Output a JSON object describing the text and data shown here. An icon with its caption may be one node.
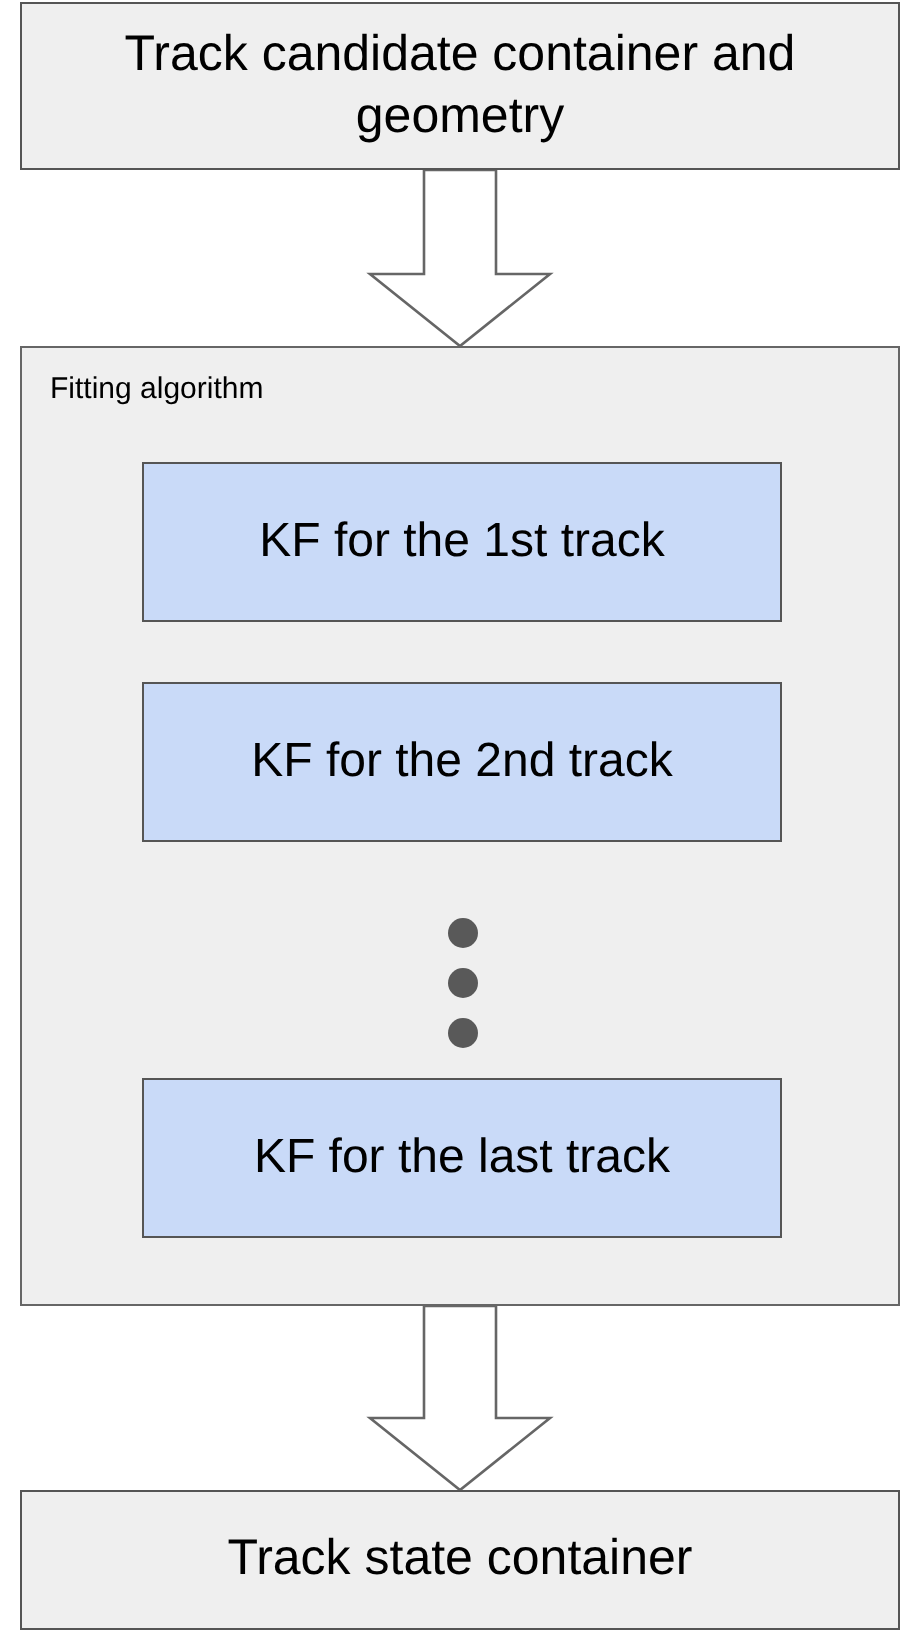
{
  "diagram": {
    "nodes": [
      {
        "text": [
          "Track candidate container and geometry"
        ]
      },
      {
        "text": [
          "Fitting algorithm"
        ]
      },
      {
        "text": [
          "KF for the 1st track"
        ],
        "in": 1
      },
      {
        "text": [
          "KF for the 2nd track"
        ],
        "in": 1
      },
      {
        "text": [
          "KF for the last track"
        ],
        "in": 1
      },
      {
        "text": [
          "Track state container"
        ]
      }
    ],
    "edges": [
      {
        "from": 0,
        "to": 1,
        "arrow": "to"
      },
      {
        "from": 1,
        "to": 5,
        "arrow": "to"
      }
    ]
  }
}
